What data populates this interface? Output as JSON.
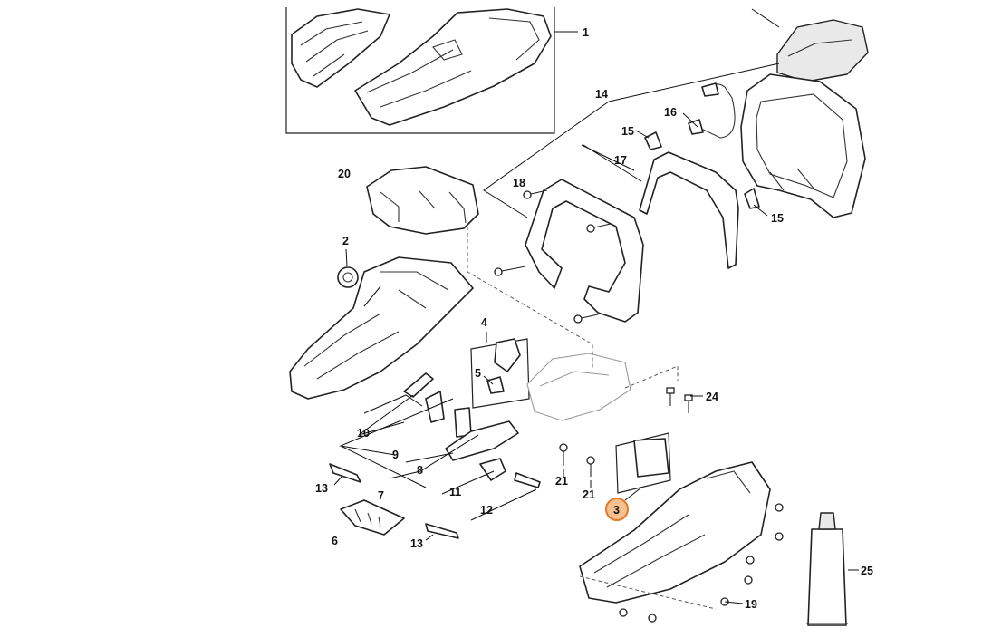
{
  "diagram": {
    "highlight_color": "#e07b2b",
    "highlighted_part": "3",
    "callouts": [
      {
        "id": "c1",
        "label": "1"
      },
      {
        "id": "c2",
        "label": "2"
      },
      {
        "id": "c3",
        "label": "3"
      },
      {
        "id": "c4",
        "label": "4"
      },
      {
        "id": "c5",
        "label": "5"
      },
      {
        "id": "c6",
        "label": "6"
      },
      {
        "id": "c7",
        "label": "7"
      },
      {
        "id": "c8",
        "label": "8"
      },
      {
        "id": "c9",
        "label": "9"
      },
      {
        "id": "c10",
        "label": "10"
      },
      {
        "id": "c11",
        "label": "11"
      },
      {
        "id": "c12",
        "label": "12"
      },
      {
        "id": "c13a",
        "label": "13"
      },
      {
        "id": "c13b",
        "label": "13"
      },
      {
        "id": "c14",
        "label": "14"
      },
      {
        "id": "c15a",
        "label": "15"
      },
      {
        "id": "c15b",
        "label": "15"
      },
      {
        "id": "c16",
        "label": "16"
      },
      {
        "id": "c17",
        "label": "17"
      },
      {
        "id": "c18",
        "label": "18"
      },
      {
        "id": "c19",
        "label": "19"
      },
      {
        "id": "c20",
        "label": "20"
      },
      {
        "id": "c21a",
        "label": "21"
      },
      {
        "id": "c21b",
        "label": "21"
      },
      {
        "id": "c24",
        "label": "24"
      },
      {
        "id": "c25",
        "label": "25"
      }
    ]
  }
}
